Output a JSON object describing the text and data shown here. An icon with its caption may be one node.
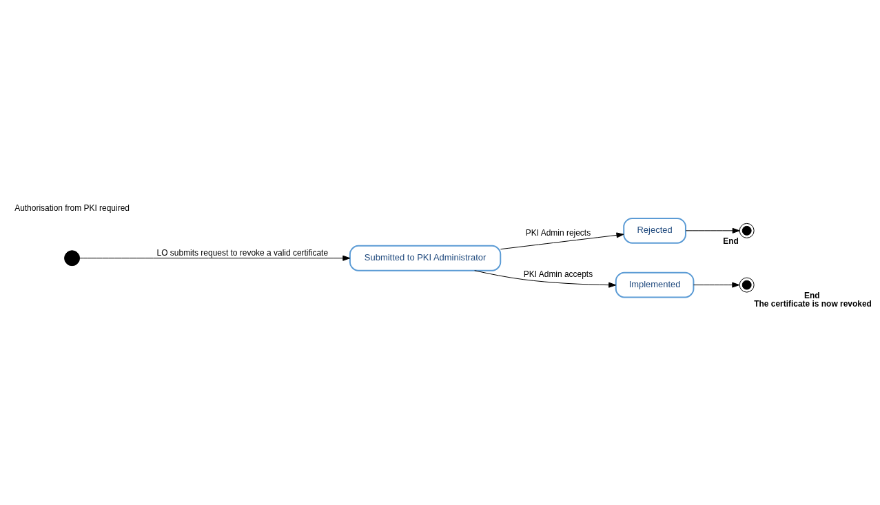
{
  "diagram": {
    "nodes": [
      {
        "text": [],
        "shape": "circle"
      },
      {
        "text": [
          "Submitted to PKI Administrator"
        ]
      },
      {
        "text": [
          "Rejected"
        ]
      },
      {
        "text": [
          "Implemented"
        ]
      },
      {
        "text": [],
        "shape": "bullseye",
        "beside": [
          "End"
        ]
      },
      {
        "text": [],
        "shape": "bullseye",
        "beside": [
          "End",
          "The certificate is now revoked"
        ]
      }
    ],
    "edges": [
      {
        "from": 0,
        "to": 1,
        "arrow": "to",
        "label": "LO submits request to revoke a valid certificate"
      },
      {
        "from": 1,
        "to": 2,
        "arrow": "to",
        "label": "PKI Admin rejects"
      },
      {
        "from": 2,
        "to": 4,
        "arrow": "to"
      },
      {
        "from": 1,
        "to": 3,
        "arrow": "to",
        "label": "PKI Admin accepts"
      },
      {
        "from": 3,
        "to": 5,
        "arrow": "to"
      }
    ],
    "labels": [
      "Authorisation from PKI required"
    ]
  }
}
